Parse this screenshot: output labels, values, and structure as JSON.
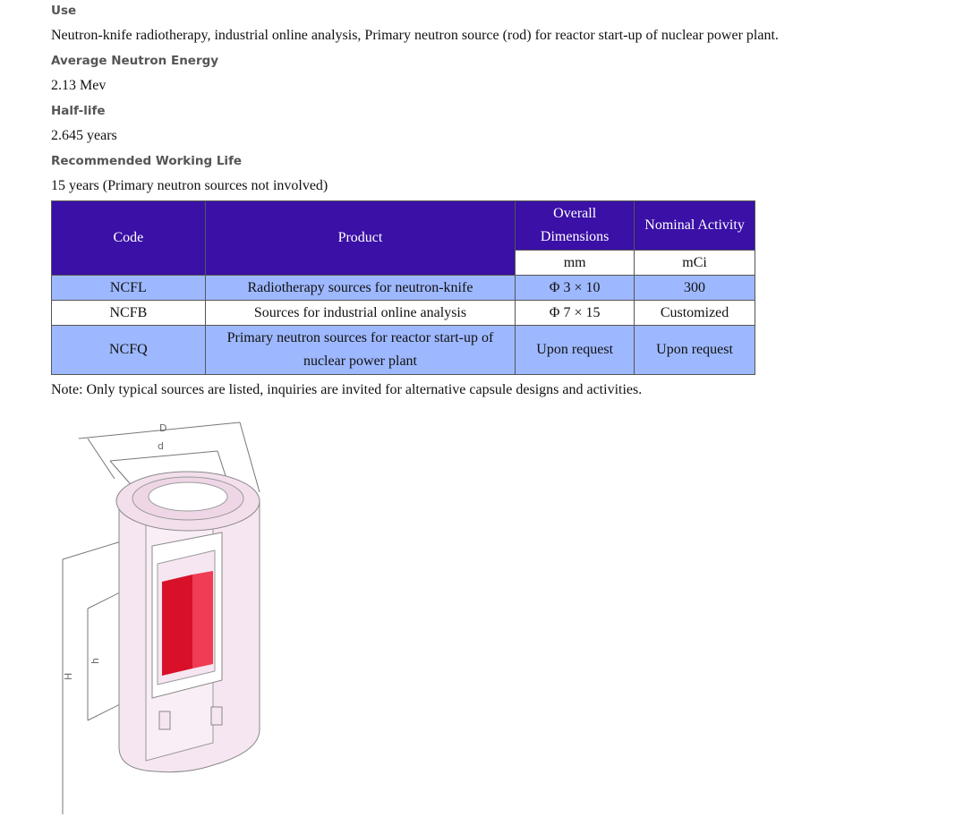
{
  "specs": [
    {
      "label": "Use",
      "value": "Neutron-knife radiotherapy, industrial online analysis, Primary neutron source (rod) for reactor start-up of nuclear power plant."
    },
    {
      "label": "Average Neutron Energy",
      "value": "2.13 Mev"
    },
    {
      "label": "Half-life",
      "value": "2.645 years"
    },
    {
      "label": "Recommended Working Life",
      "value": "15 years (Primary neutron sources not involved)"
    }
  ],
  "table": {
    "headers": {
      "code": "Code",
      "product": "Product",
      "dimensions": "Overall Dimensions",
      "activity": "Nominal Activity"
    },
    "units": {
      "dimensions": "mm",
      "activity": "mCi"
    },
    "rows": [
      {
        "code": "NCFL",
        "product": "Radiotherapy sources for neutron-knife",
        "dimensions": "Φ 3 × 10",
        "activity": "300"
      },
      {
        "code": "NCFB",
        "product": "Sources for industrial online analysis",
        "dimensions": "Φ 7 × 15",
        "activity": "Customized"
      },
      {
        "code": "NCFQ",
        "product": "Primary neutron sources for reactor start-up of nuclear power plant",
        "dimensions": "Upon request",
        "activity": "Upon request"
      }
    ]
  },
  "note": "Note: Only typical sources are listed, inquiries are invited for alternative capsule designs and activities.",
  "figure": {
    "labels": {
      "outer_diameter": "D",
      "inner_diameter": "d",
      "outer_height": "H",
      "inner_height": "h"
    },
    "colors": {
      "capsule": "#f6e6f1",
      "source": "#e8283c"
    }
  }
}
